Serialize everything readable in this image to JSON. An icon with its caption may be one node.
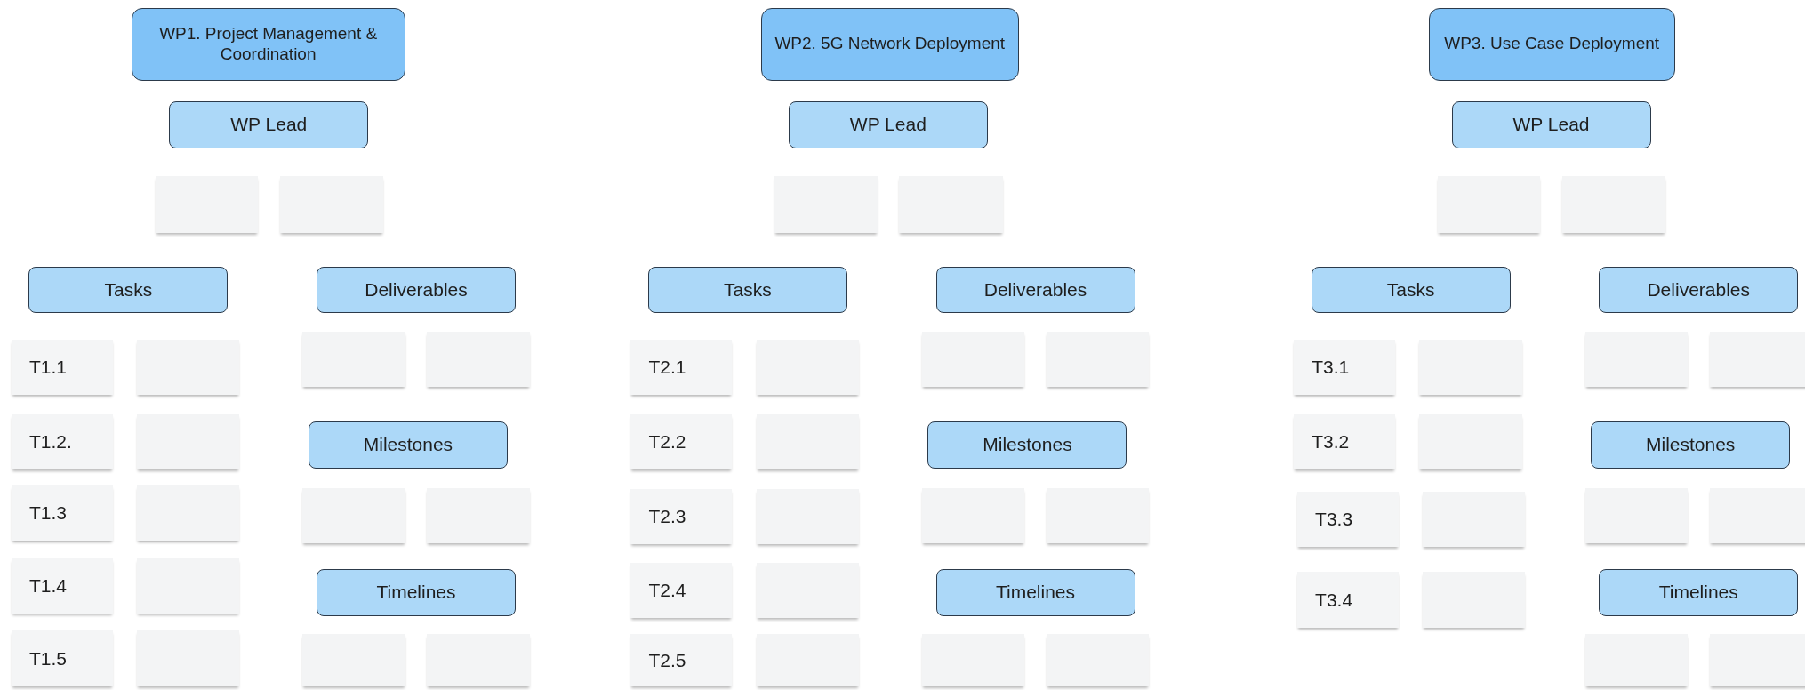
{
  "diagram": {
    "nodes": [
      {
        "text": [
          "WP1. Project Management & Coordination"
        ]
      },
      {
        "text": [
          "WP Lead"
        ]
      },
      {
        "text": [],
        "shape": "box"
      },
      {
        "text": [],
        "shape": "box"
      },
      {
        "text": [
          "Tasks"
        ]
      },
      {
        "text": [
          "Deliverables"
        ]
      },
      {
        "text": [
          "T1.1"
        ]
      },
      {
        "text": [],
        "shape": "box"
      },
      {
        "text": [
          "T1.2."
        ]
      },
      {
        "text": [],
        "shape": "box"
      },
      {
        "text": [
          "T1.3"
        ]
      },
      {
        "text": [],
        "shape": "box"
      },
      {
        "text": [
          "T1.4"
        ]
      },
      {
        "text": [],
        "shape": "box"
      },
      {
        "text": [
          "T1.5"
        ]
      },
      {
        "text": [],
        "shape": "box"
      },
      {
        "text": [],
        "shape": "box"
      },
      {
        "text": [],
        "shape": "box"
      },
      {
        "text": [
          "Milestones"
        ]
      },
      {
        "text": [],
        "shape": "box"
      },
      {
        "text": [],
        "shape": "box"
      },
      {
        "text": [
          "Timelines"
        ]
      },
      {
        "text": [],
        "shape": "box"
      },
      {
        "text": [],
        "shape": "box"
      },
      {
        "text": [
          "WP2. 5G Network Deployment"
        ]
      },
      {
        "text": [
          "WP Lead"
        ]
      },
      {
        "text": [],
        "shape": "box"
      },
      {
        "text": [],
        "shape": "box"
      },
      {
        "text": [
          "Tasks"
        ]
      },
      {
        "text": [
          "Deliverables"
        ]
      },
      {
        "text": [
          "T2.1"
        ]
      },
      {
        "text": [],
        "shape": "box"
      },
      {
        "text": [
          "T2.2"
        ]
      },
      {
        "text": [],
        "shape": "box"
      },
      {
        "text": [
          "T2.3"
        ]
      },
      {
        "text": [],
        "shape": "box"
      },
      {
        "text": [
          "T2.4"
        ]
      },
      {
        "text": [],
        "shape": "box"
      },
      {
        "text": [
          "T2.5"
        ]
      },
      {
        "text": [],
        "shape": "box"
      },
      {
        "text": [],
        "shape": "box"
      },
      {
        "text": [],
        "shape": "box"
      },
      {
        "text": [
          "Milestones"
        ]
      },
      {
        "text": [],
        "shape": "box"
      },
      {
        "text": [],
        "shape": "box"
      },
      {
        "text": [
          "Timelines"
        ]
      },
      {
        "text": [],
        "shape": "box"
      },
      {
        "text": [],
        "shape": "box"
      },
      {
        "text": [
          "WP3. Use Case Deployment"
        ]
      },
      {
        "text": [
          "WP Lead"
        ]
      },
      {
        "text": [],
        "shape": "box"
      },
      {
        "text": [],
        "shape": "box"
      },
      {
        "text": [
          "Tasks"
        ]
      },
      {
        "text": [
          "Deliverables"
        ]
      },
      {
        "text": [
          "T3.1"
        ]
      },
      {
        "text": [],
        "shape": "box"
      },
      {
        "text": [
          "T3.2"
        ]
      },
      {
        "text": [],
        "shape": "box"
      },
      {
        "text": [
          "T3.3"
        ]
      },
      {
        "text": [],
        "shape": "box"
      },
      {
        "text": [
          "T3.4"
        ]
      },
      {
        "text": [],
        "shape": "box"
      },
      {
        "text": [],
        "shape": "box"
      },
      {
        "text": [],
        "shape": "box"
      },
      {
        "text": [
          "Milestones"
        ]
      },
      {
        "text": [],
        "shape": "box"
      },
      {
        "text": [],
        "shape": "box"
      },
      {
        "text": [
          "Timelines"
        ]
      },
      {
        "text": [],
        "shape": "box"
      },
      {
        "text": [],
        "shape": "box"
      }
    ],
    "edges": []
  }
}
